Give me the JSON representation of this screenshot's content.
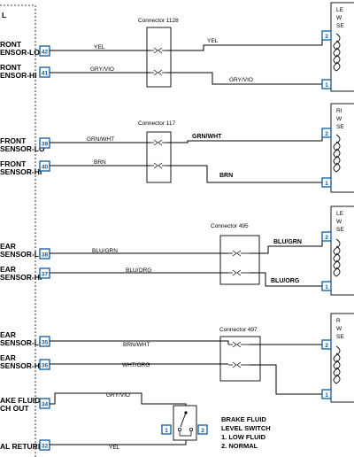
{
  "module": {
    "title_fragment": "L",
    "pins": [
      {
        "num": "42",
        "line1": "RONT",
        "line2": "ENSOR-LO"
      },
      {
        "num": "41",
        "line1": "RONT",
        "line2": "ENSOR-HI"
      },
      {
        "num": "39",
        "line1": "FRONT",
        "line2": "SENSOR-LO"
      },
      {
        "num": "40",
        "line1": "FRONT",
        "line2": "SENSOR-HI"
      },
      {
        "num": "38",
        "line1": "EAR",
        "line2": "SENSOR-LO"
      },
      {
        "num": "37",
        "line1": "EAR",
        "line2": "SENSOR-HI"
      },
      {
        "num": "35",
        "line1": "EAR",
        "line2": "SENSOR-LO"
      },
      {
        "num": "36",
        "line1": "EAR",
        "line2": "SENSOR-HI"
      },
      {
        "num": "34",
        "line1": "AKE FLUID",
        "line2": "CH OUT"
      },
      {
        "num": "32",
        "line1": "AL RETURN",
        "line2": ""
      }
    ]
  },
  "connectors": [
    {
      "title": "Connector 1128"
    },
    {
      "title": "Connector 117"
    },
    {
      "title": "Connector 495"
    },
    {
      "title": "Connector 497"
    }
  ],
  "wires": {
    "w42_left": "YEL",
    "w42_right": "YEL",
    "w41_left": "GRY/VIO",
    "w41_right": "GRY/VIO",
    "w39_left": "GRN/WHT",
    "w39_right": "GRN/WHT",
    "w40_left": "BRN",
    "w40_right": "BRN",
    "w38_left": "BLU/GRN",
    "w38_right": "BLU/GRN",
    "w37_left": "BLU/ORG",
    "w37_right": "BLU/ORG",
    "w35_left": "BRN/WHT",
    "w36_left": "WHT/ORG",
    "w34": "GRY/VIO",
    "w32": "YEL"
  },
  "sensors": [
    {
      "line1": "LE",
      "line2": "W",
      "line3": "SE",
      "pin_a": "2",
      "pin_b": "1"
    },
    {
      "line1": "RI",
      "line2": "W",
      "line3": "SE",
      "pin_a": "2",
      "pin_b": "1"
    },
    {
      "line1": "LE",
      "line2": "W",
      "line3": "SE",
      "pin_a": "2",
      "pin_b": "1"
    },
    {
      "line1": "R",
      "line2": "W",
      "line3": "SE",
      "pin_a": "2",
      "pin_b": "1"
    }
  ],
  "brake_switch": {
    "title1": "BRAKE FLUID",
    "title2": "LEVEL SWITCH",
    "item1": "1. LOW FLUID",
    "item2": "2. NORMAL",
    "pin_a": "1",
    "pin_b": "2"
  },
  "colors": {
    "pin_blue": "#0a5aa8",
    "pin_fill": "#ffffff",
    "wire": "#000000"
  }
}
